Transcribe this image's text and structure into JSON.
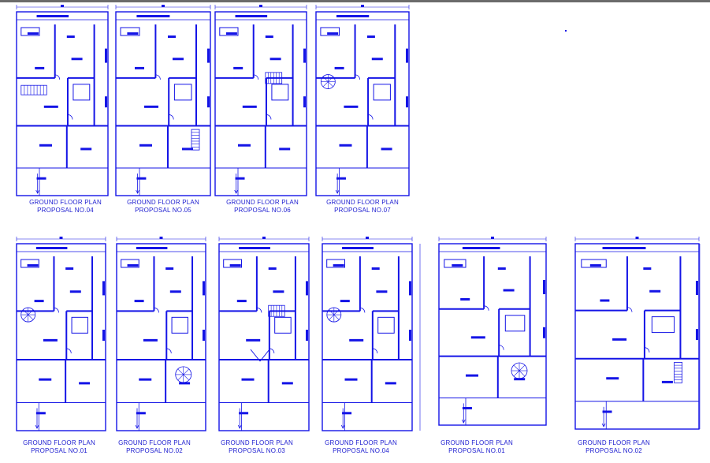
{
  "colors": {
    "line": "#1414e6",
    "background": "#ffffff",
    "topbar": "#6b6b6b"
  },
  "plans": [
    {
      "title": "GROUND FLOOR PLAN",
      "subtitle": "PROPOSAL NO.04"
    },
    {
      "title": "GROUND FLOOR PLAN",
      "subtitle": "PROPOSAL NO.05"
    },
    {
      "title": "GROUND FLOOR PLAN",
      "subtitle": "PROPOSAL NO.06"
    },
    {
      "title": "GROUND FLOOR PLAN",
      "subtitle": "PROPOSAL NO.07"
    },
    {
      "title": "GROUND FLOOR PLAN",
      "subtitle": "PROPOSAL NO.01"
    },
    {
      "title": "GROUND FLOOR PLAN",
      "subtitle": "PROPOSAL NO.02"
    },
    {
      "title": "GROUND FLOOR PLAN",
      "subtitle": "PROPOSAL NO.03"
    },
    {
      "title": "GROUND FLOOR PLAN",
      "subtitle": "PROPOSAL NO.04"
    },
    {
      "title": "GROUND FLOOR PLAN",
      "subtitle": "PROPOSAL NO.01"
    },
    {
      "title": "GROUND FLOOR PLAN",
      "subtitle": "PROPOSAL NO.02"
    }
  ]
}
